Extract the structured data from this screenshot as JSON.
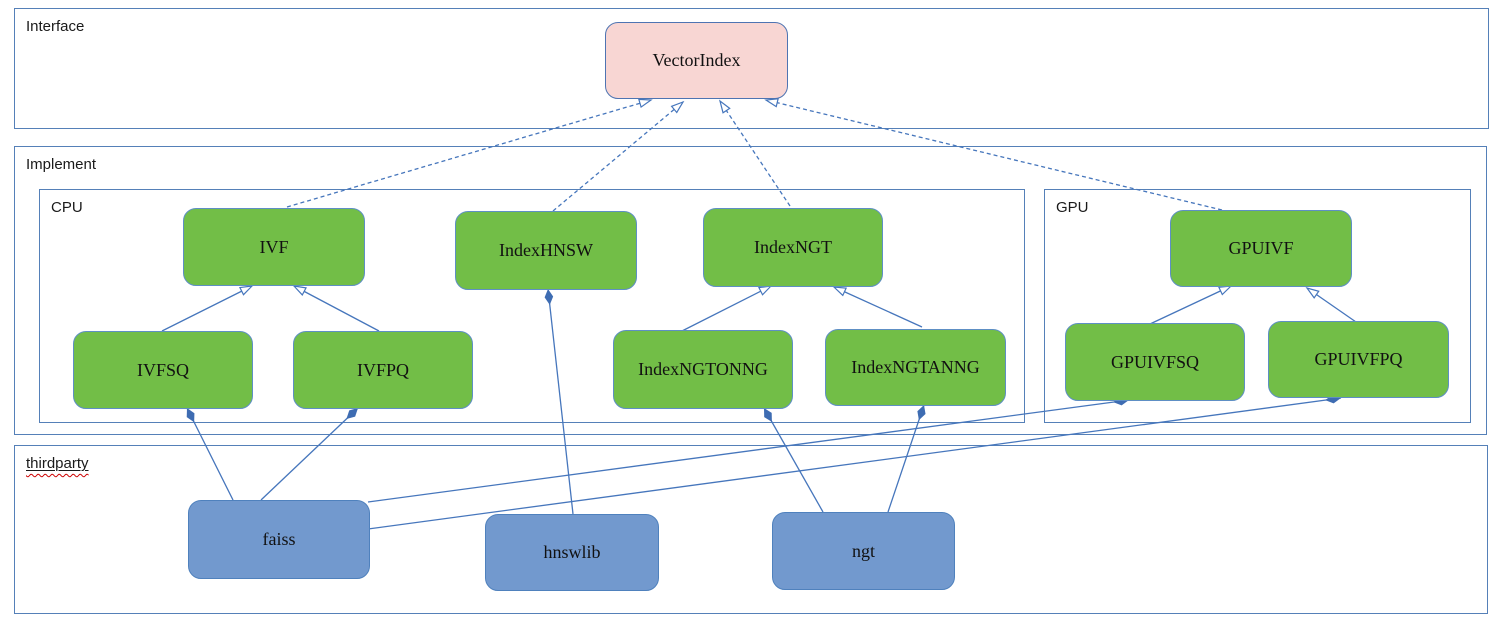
{
  "diagram": {
    "containers": {
      "interface": {
        "label": "Interface"
      },
      "implement": {
        "label": "Implement"
      },
      "cpu": {
        "label": "CPU"
      },
      "gpu": {
        "label": "GPU"
      },
      "thirdparty": {
        "label": "thirdparty"
      }
    },
    "nodes": {
      "vectorindex": {
        "label": "VectorIndex",
        "color": "pink",
        "group": "interface"
      },
      "ivf": {
        "label": "IVF",
        "color": "green",
        "group": "cpu"
      },
      "indexhnsw": {
        "label": "IndexHNSW",
        "color": "green",
        "group": "cpu"
      },
      "indexngt": {
        "label": "IndexNGT",
        "color": "green",
        "group": "cpu"
      },
      "ivfsq": {
        "label": "IVFSQ",
        "color": "green",
        "group": "cpu"
      },
      "ivfpq": {
        "label": "IVFPQ",
        "color": "green",
        "group": "cpu"
      },
      "indexngtonng": {
        "label": "IndexNGTONNG",
        "color": "green",
        "group": "cpu"
      },
      "indexngtanng": {
        "label": "IndexNGTANNG",
        "color": "green",
        "group": "cpu"
      },
      "gpuivf": {
        "label": "GPUIVF",
        "color": "green",
        "group": "gpu"
      },
      "gpuivfsq": {
        "label": "GPUIVFSQ",
        "color": "green",
        "group": "gpu"
      },
      "gpuivfpq": {
        "label": "GPUIVFPQ",
        "color": "green",
        "group": "gpu"
      },
      "faiss": {
        "label": "faiss",
        "color": "blue",
        "group": "thirdparty"
      },
      "hnswlib": {
        "label": "hnswlib",
        "color": "blue",
        "group": "thirdparty"
      },
      "ngt": {
        "label": "ngt",
        "color": "blue",
        "group": "thirdparty"
      }
    },
    "edges": [
      {
        "from": "IVF",
        "to": "VectorIndex",
        "type": "realization"
      },
      {
        "from": "IndexHNSW",
        "to": "VectorIndex",
        "type": "realization"
      },
      {
        "from": "IndexNGT",
        "to": "VectorIndex",
        "type": "realization"
      },
      {
        "from": "GPUIVF",
        "to": "VectorIndex",
        "type": "realization"
      },
      {
        "from": "IVFSQ",
        "to": "IVF",
        "type": "generalization"
      },
      {
        "from": "IVFPQ",
        "to": "IVF",
        "type": "generalization"
      },
      {
        "from": "IndexNGTONNG",
        "to": "IndexNGT",
        "type": "generalization"
      },
      {
        "from": "IndexNGTANNG",
        "to": "IndexNGT",
        "type": "generalization"
      },
      {
        "from": "GPUIVFSQ",
        "to": "GPUIVF",
        "type": "generalization"
      },
      {
        "from": "GPUIVFPQ",
        "to": "GPUIVF",
        "type": "generalization"
      },
      {
        "from": "faiss",
        "to": "IVFSQ",
        "type": "composition"
      },
      {
        "from": "faiss",
        "to": "IVFPQ",
        "type": "composition"
      },
      {
        "from": "faiss",
        "to": "GPUIVFSQ",
        "type": "composition"
      },
      {
        "from": "faiss",
        "to": "GPUIVFPQ",
        "type": "composition"
      },
      {
        "from": "hnswlib",
        "to": "IndexHNSW",
        "type": "composition"
      },
      {
        "from": "ngt",
        "to": "IndexNGTONNG",
        "type": "composition"
      },
      {
        "from": "ngt",
        "to": "IndexNGTANNG",
        "type": "composition"
      }
    ],
    "colors": {
      "node_green_fill": "#72BE47",
      "node_green_border": "#5E8FC4",
      "node_blue_fill": "#7299CE",
      "node_blue_border": "#4F81BD",
      "node_pink_fill": "#F8D6D3",
      "node_pink_border": "#4E74B2",
      "container_border": "#5580B8",
      "connector": "#4676BC",
      "diamond_fill": "#3E6CB2",
      "spellcheck_underline": "#CC0000"
    }
  }
}
